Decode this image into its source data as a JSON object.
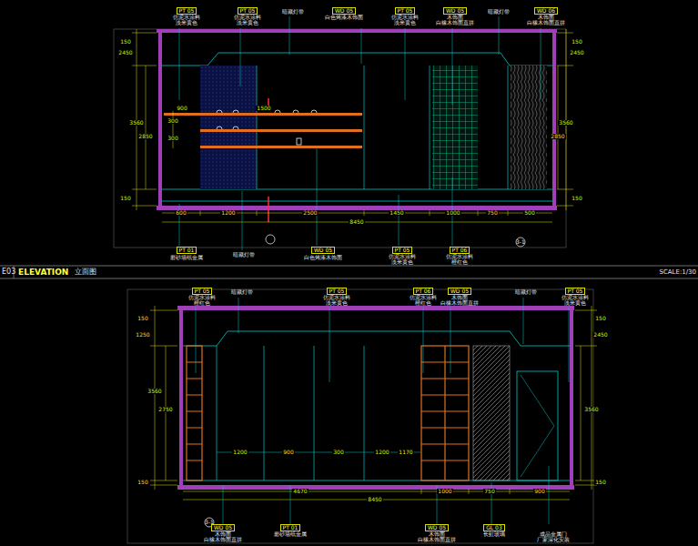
{
  "diagram": {
    "title": "ELEVATION",
    "labels": [
      "PT 05",
      "仿泥水涂料",
      "淡米黄色",
      "PT 05",
      "仿泥水涂料",
      "淡米黄色",
      "暗藏灯带",
      "WD 05",
      "白色烤漆木饰面",
      "PT 05",
      "仿泥水涂料",
      "淡米黄色",
      "WD 05",
      "木饰面",
      "白橡木饰面直拼",
      "暗藏灯带",
      "WD 06",
      "木饰面",
      "白橡木饰面直拼",
      "PT 01",
      "磨砂墙纸金属",
      "暗藏灯带",
      "WD 05",
      "白色烤漆木饰面",
      "PT 05",
      "仿泥水涂料",
      "淡米黄色",
      "PT 06",
      "仿泥水涂料",
      "橙红色",
      "150",
      "2450",
      "3560",
      "2850",
      "150",
      "150",
      "2450",
      "3560",
      "2850",
      "150",
      "600",
      "1200",
      "2500",
      "1450",
      "1000",
      "750",
      "500",
      "8450",
      "900",
      "300",
      "300",
      "1500",
      "E03",
      "立面图",
      "SCALE:1/30",
      "3-1",
      "3-1",
      "PT 05",
      "仿泥水涂料",
      "橙红色",
      "暗藏灯带",
      "PT 05",
      "仿泥水涂料",
      "淡米黄色",
      "PT 06",
      "仿泥水涂料",
      "橙红色",
      "WD 05",
      "木饰面",
      "白橡木饰面直拼",
      "暗藏灯带",
      "PT 05",
      "仿泥水涂料",
      "淡米黄色",
      "WD 05",
      "木饰面",
      "白橡木饰面直拼",
      "PT 01",
      "磨砂墙纸金属",
      "WD 05",
      "木饰面",
      "白橡木饰面直拼",
      "GL 03",
      "长虹玻璃",
      "成品金属门",
      "厂家深化安装",
      "150",
      "1250",
      "2750",
      "3560",
      "150",
      "150",
      "2450",
      "3560",
      "150",
      "4670",
      "1000",
      "750",
      "900",
      "8450",
      "1200",
      "900",
      "300",
      "1200",
      "1170"
    ]
  }
}
